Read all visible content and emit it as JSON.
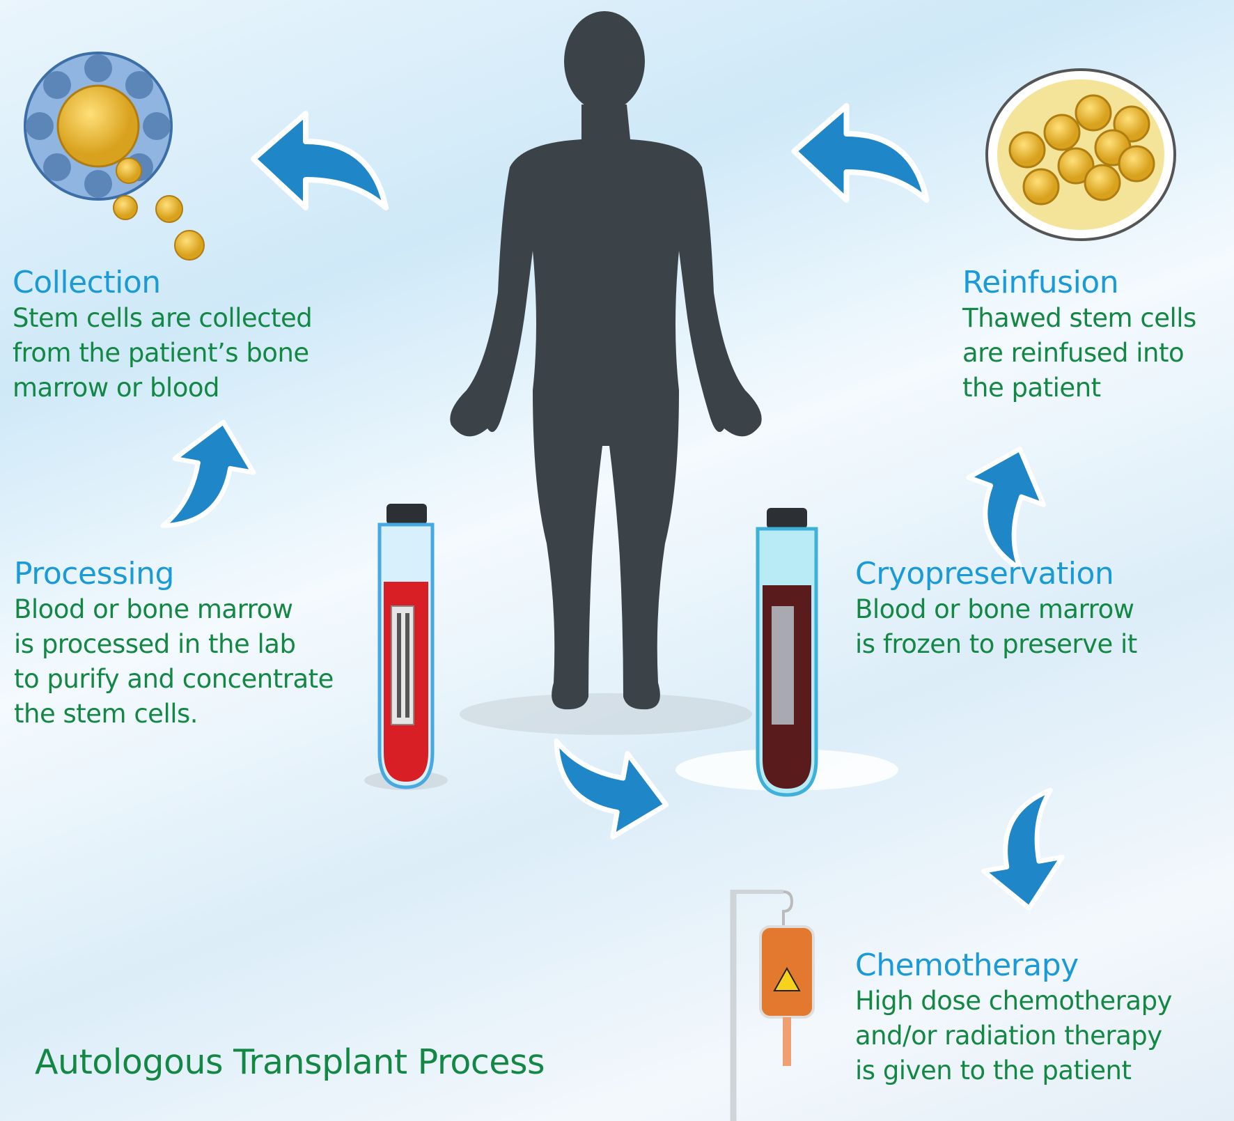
{
  "title": "Autologous Transplant Process",
  "steps": {
    "collection": {
      "title": "Collection",
      "lines": [
        "Stem cells are collected",
        "from the patient’s bone",
        "marrow or blood"
      ]
    },
    "processing": {
      "title": "Processing",
      "lines": [
        "Blood or bone marrow",
        "is processed in the lab",
        "to purify and concentrate",
        "the stem cells."
      ]
    },
    "reinfusion": {
      "title": "Reinfusion",
      "lines": [
        "Thawed stem cells",
        "are reinfused into",
        "the patient"
      ]
    },
    "cryopreservation": {
      "title": "Cryopreservation",
      "lines": [
        "Blood or bone marrow",
        "is frozen to preserve it"
      ]
    },
    "chemotherapy": {
      "title": "Chemotherapy",
      "lines": [
        "High dose chemotherapy",
        "and/or radiation therapy",
        "is given to the patient"
      ]
    }
  },
  "colors": {
    "title": "#1b9ad8",
    "body": "#138744",
    "arrow": "#1f86c8",
    "silhouette": "#3c4348"
  }
}
